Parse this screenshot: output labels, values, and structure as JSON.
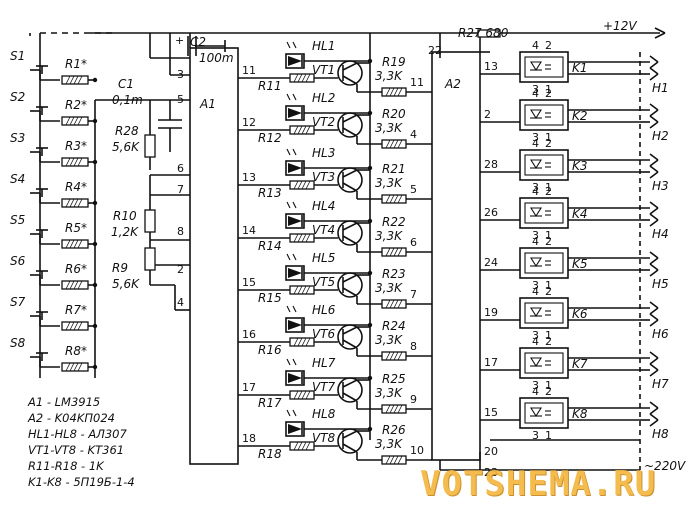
{
  "supply": {
    "plus12": "+12V",
    "ac": "~220V"
  },
  "chips": {
    "a1": "A1",
    "a2": "A2"
  },
  "switches": [
    {
      "s": "S1",
      "r": "R1*"
    },
    {
      "s": "S2",
      "r": "R2*"
    },
    {
      "s": "S3",
      "r": "R3*"
    },
    {
      "s": "S4",
      "r": "R4*"
    },
    {
      "s": "S5",
      "r": "R5*"
    },
    {
      "s": "S6",
      "r": "R6*"
    },
    {
      "s": "S7",
      "r": "R7*"
    },
    {
      "s": "S8",
      "r": "R8*"
    }
  ],
  "caps": {
    "c1": "C1",
    "c1v": "0,1m",
    "c2": "C2",
    "c2v": "100m",
    "c2plus": "+"
  },
  "resistors": {
    "r28": "R28",
    "r28v": "5,6K",
    "r10": "R10",
    "r10v": "1,2K",
    "r9": "R9",
    "r9v": "5,6K",
    "r27": "R27 680"
  },
  "a1_pins": {
    "p3": "3",
    "p5": "5",
    "p6": "6",
    "p7": "7",
    "p8": "8",
    "p2": "2",
    "p4": "4"
  },
  "channels": [
    {
      "hl": "HL1",
      "r": "R11",
      "vt": "VT1",
      "rc": "R19",
      "rcv": "3,3K",
      "a1pin": "11",
      "a2pin": "11",
      "out": "13",
      "k": "K1",
      "h": "H1"
    },
    {
      "hl": "HL2",
      "r": "R12",
      "vt": "VT2",
      "rc": "R20",
      "rcv": "3,3K",
      "a1pin": "12",
      "a2pin": "4",
      "out": "2",
      "k": "K2",
      "h": "H2"
    },
    {
      "hl": "HL3",
      "r": "R13",
      "vt": "VT3",
      "rc": "R21",
      "rcv": "3,3K",
      "a1pin": "13",
      "a2pin": "5",
      "out": "28",
      "k": "K3",
      "h": "H3"
    },
    {
      "hl": "HL4",
      "r": "R14",
      "vt": "VT4",
      "rc": "R22",
      "rcv": "3,3K",
      "a1pin": "14",
      "a2pin": "6",
      "out": "26",
      "k": "K4",
      "h": "H4"
    },
    {
      "hl": "HL5",
      "r": "R15",
      "vt": "VT5",
      "rc": "R23",
      "rcv": "3,3K",
      "a1pin": "15",
      "a2pin": "7",
      "out": "24",
      "k": "K5",
      "h": "H5"
    },
    {
      "hl": "HL6",
      "r": "R16",
      "vt": "VT6",
      "rc": "R24",
      "rcv": "3,3K",
      "a1pin": "16",
      "a2pin": "8",
      "out": "19",
      "k": "K6",
      "h": "H6"
    },
    {
      "hl": "HL7",
      "r": "R17",
      "vt": "VT7",
      "rc": "R25",
      "rcv": "3,3K",
      "a1pin": "17",
      "a2pin": "9",
      "out": "17",
      "k": "K7",
      "h": "H7"
    },
    {
      "hl": "HL8",
      "r": "R18",
      "vt": "VT8",
      "rc": "R26",
      "rcv": "3,3K",
      "a1pin": "18",
      "a2pin": "10",
      "out": "15",
      "k": "K8",
      "h": "H8"
    }
  ],
  "a2_pins": {
    "p22": "22",
    "p20": "20",
    "p23": "23"
  },
  "relay_pins": {
    "p4": "4",
    "p2": "2",
    "p3": "3",
    "p1": "1"
  },
  "legend": [
    "A1 - LM3915",
    "A2 - K04KП024",
    "HL1-HL8 - АЛ307",
    "VT1-VT8 - KT361",
    "R11-R18 - 1K",
    "K1-K8 - 5П19Б-1-4"
  ],
  "watermark": "VOTSHEMA.RU"
}
